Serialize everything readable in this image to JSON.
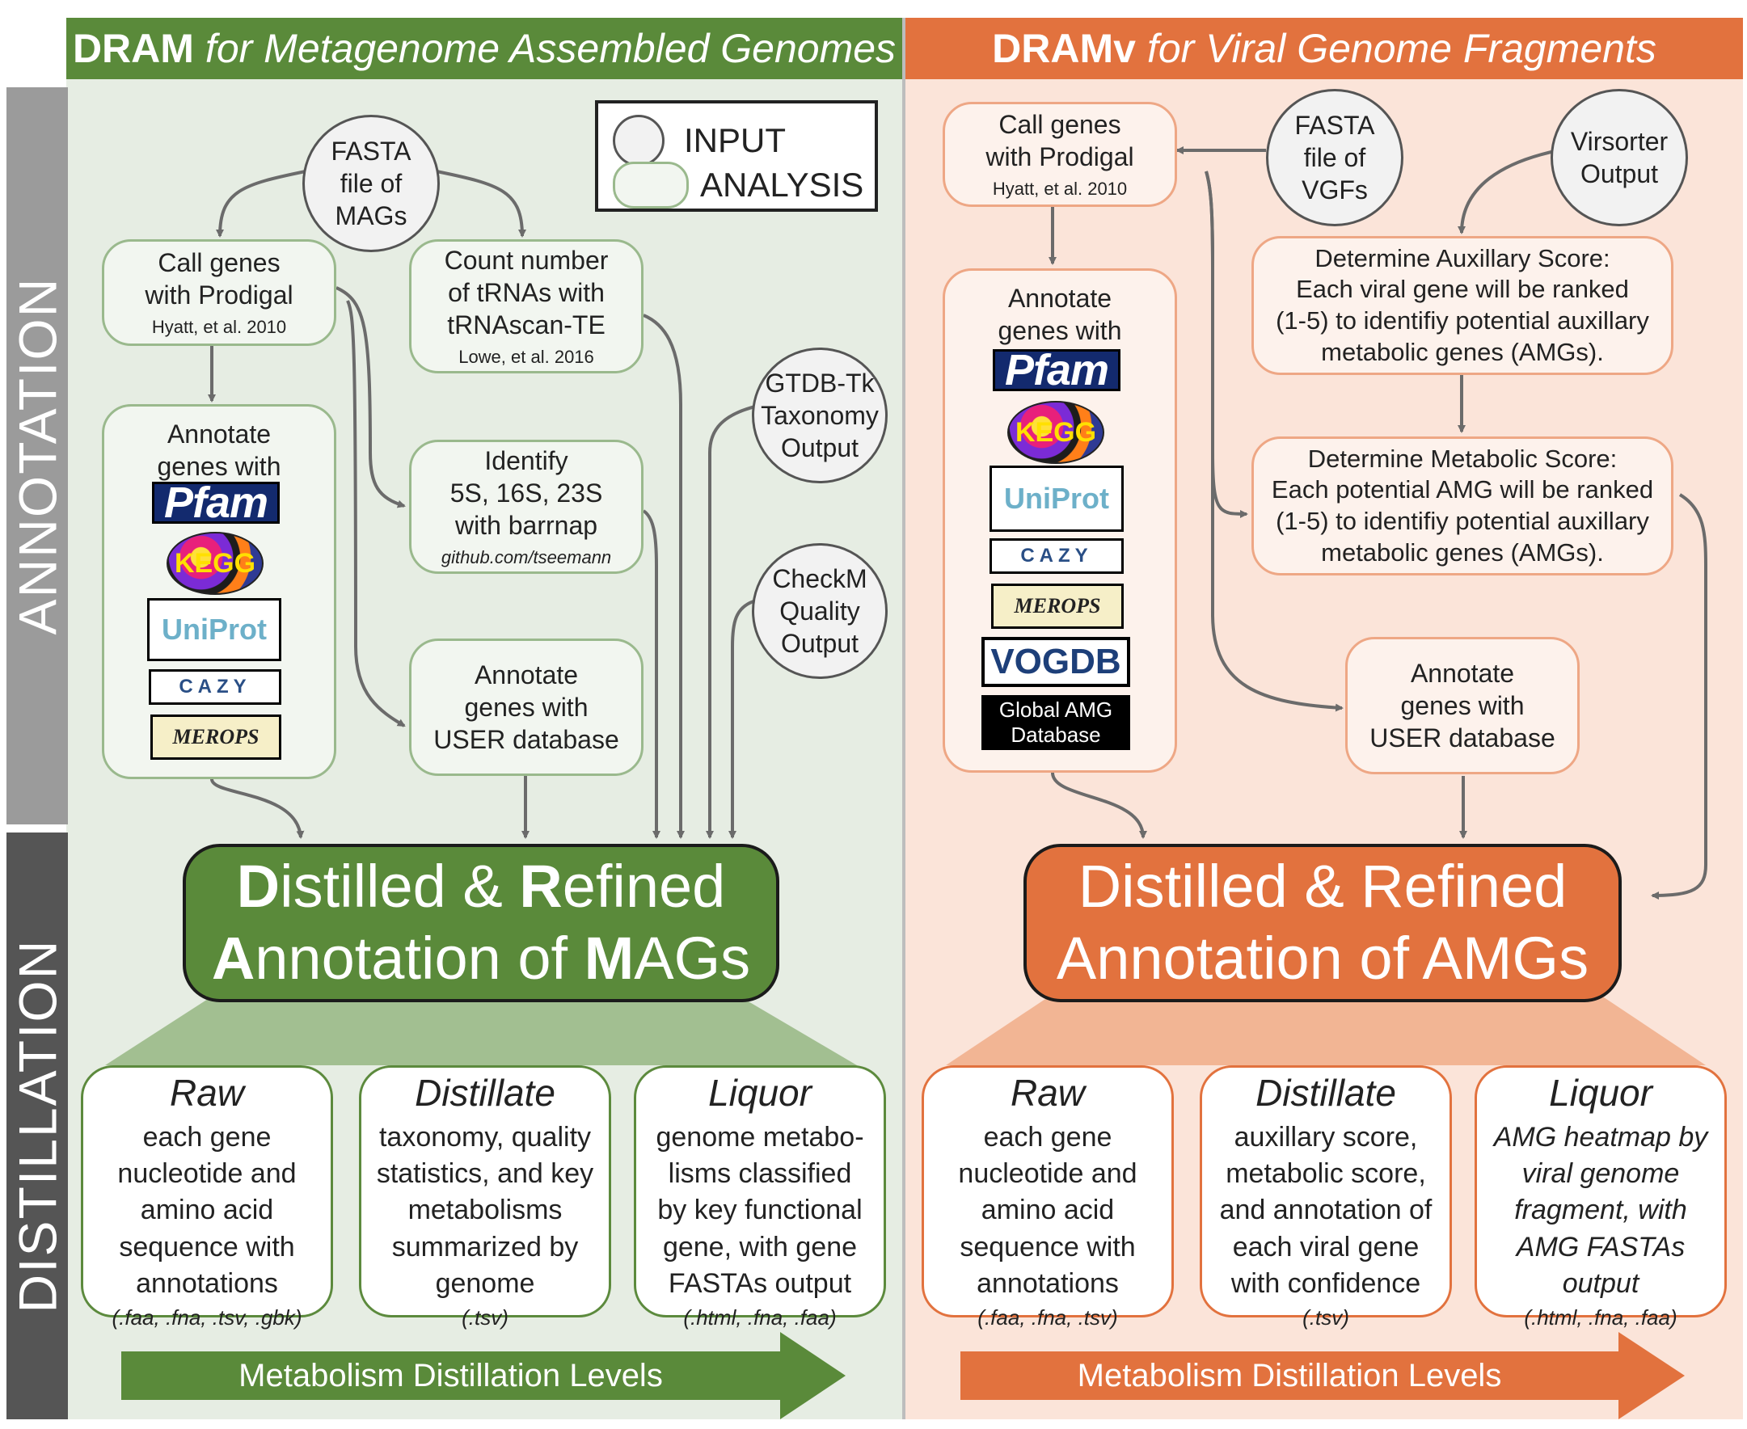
{
  "colors": {
    "green_dark": "#5a8a3a",
    "green_panel": "#e6ede3",
    "green_trap": "#a2bf91",
    "orange_dark": "#e2723e",
    "orange_panel": "#fbe4d9",
    "orange_trap": "#f2b594",
    "side_annotation": "#9b9b9b",
    "side_distillation": "#555555",
    "wire": "#6b6b6b"
  },
  "sidebar": {
    "annotation": "ANNOTATION",
    "distillation": "DISTILLATION"
  },
  "legend": {
    "input": "INPUT",
    "analysis": "ANALYSIS"
  },
  "left": {
    "header_bold": "DRAM",
    "header_italic": "for Metagenome Assembled Genomes",
    "fasta": [
      "FASTA",
      "file of",
      "MAGs"
    ],
    "call_genes": {
      "lines": [
        "Call genes",
        "with Prodigal"
      ],
      "cite": "Hyatt, et al. 2010"
    },
    "trna": {
      "lines": [
        "Count number",
        "of tRNAs with",
        "tRNAscan-TE"
      ],
      "cite": "Lowe, et al. 2016"
    },
    "annotate": {
      "lines": [
        "Annotate",
        "genes with"
      ]
    },
    "rrna": {
      "lines": [
        "Identify",
        "5S, 16S, 23S",
        "with barrnap"
      ],
      "cite": "github.com/tseemann"
    },
    "gtdb": [
      "GTDB-Tk",
      "Taxonomy",
      "Output"
    ],
    "checkm": [
      "CheckM",
      "Quality",
      "Output"
    ],
    "user_db": [
      "Annotate",
      "genes with",
      "USER database"
    ],
    "distilled": {
      "l1_b1": "D",
      "l1_t1": "istilled & ",
      "l1_b2": "R",
      "l1_t2": "efined",
      "l2_b1": "A",
      "l2_t1": "nnotation of ",
      "l2_b2": "M",
      "l2_t2": "AGs"
    },
    "tiers": [
      {
        "title": "Raw",
        "lines": [
          "each gene",
          "nucleotide and",
          "amino acid",
          "sequence with",
          "annotations"
        ],
        "formats": "(.faa, .fna, .tsv, .gbk)"
      },
      {
        "title": "Distillate",
        "lines": [
          "taxonomy, quality",
          "statistics, and key",
          "metabolisms",
          "summarized by",
          "genome"
        ],
        "formats": "(.tsv)"
      },
      {
        "title": "Liquor",
        "lines": [
          "genome metabo-",
          "lisms classified",
          "by key functional",
          "gene, with gene",
          "FASTAs output"
        ],
        "formats": "(.html, .fna, .faa)"
      }
    ],
    "arrow_label": "Metabolism Distillation Levels"
  },
  "right": {
    "header_bold": "DRAMv",
    "header_italic": "for Viral Genome Fragments",
    "call_genes": {
      "lines": [
        "Call genes",
        "with Prodigal"
      ],
      "cite": "Hyatt, et al. 2010"
    },
    "fasta": [
      "FASTA",
      "file of",
      "VGFs"
    ],
    "virsorter": [
      "Virsorter",
      "Output"
    ],
    "annotate": {
      "lines": [
        "Annotate",
        "genes with"
      ]
    },
    "aux": [
      "Determine Auxillary Score:",
      "Each viral gene will be ranked",
      "(1-5) to identifiy potential auxillary",
      "metabolic genes (AMGs)."
    ],
    "met": [
      "Determine Metabolic Score:",
      "Each potential AMG will be ranked",
      "(1-5) to identifiy potential auxillary",
      "metabolic genes (AMGs)."
    ],
    "user_db": [
      "Annotate",
      "genes with",
      "USER database"
    ],
    "distilled": {
      "l1": "Distilled & Refined",
      "l2": "Annotation of AMGs"
    },
    "tiers": [
      {
        "title": "Raw",
        "lines": [
          "each gene",
          "nucleotide and",
          "amino acid",
          "sequence with",
          "annotations"
        ],
        "formats": "(.faa, .fna, .tsv)"
      },
      {
        "title": "Distillate",
        "lines": [
          "auxillary score,",
          "metabolic score,",
          "and annotation of",
          "each viral gene",
          "with confidence"
        ],
        "formats": "(.tsv)"
      },
      {
        "title": "Liquor",
        "lines": [
          "AMG heatmap by",
          "viral genome",
          "fragment, with",
          "AMG FASTAs",
          "output"
        ],
        "formats": "(.html, .fna, .faa)"
      }
    ],
    "arrow_label": "Metabolism Distillation Levels"
  },
  "logos": {
    "pfam": "Pfam",
    "kegg": "KEGG",
    "uniprot": "UniProt",
    "cazy": "CAZY",
    "merops": "MEROPS",
    "vogdb": "VOGDB",
    "amg_db": [
      "Global AMG",
      "Database"
    ]
  },
  "icons": {
    "arrows": "arrow-head-icon"
  }
}
